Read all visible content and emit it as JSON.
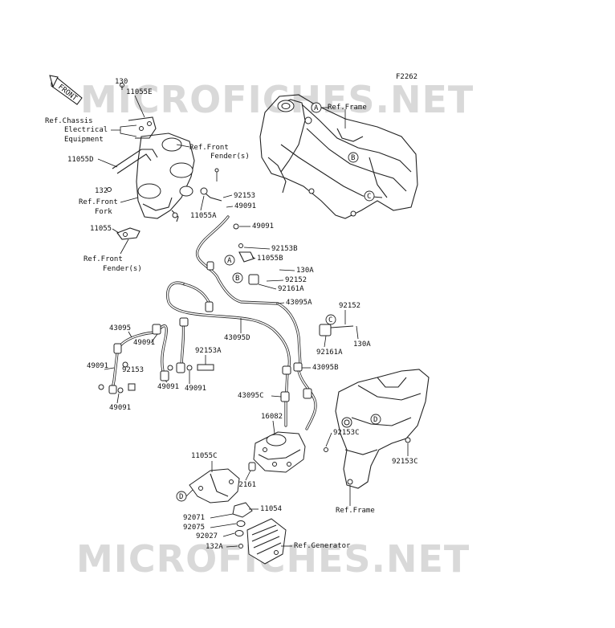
{
  "figure_code": "F2262",
  "front_label": "FRONT",
  "watermark_text": "MICROFICHES.NET",
  "callouts": {
    "a": "A",
    "b": "B",
    "c": "C",
    "d": "D"
  },
  "labels": {
    "l130": "130",
    "l11055E": "11055E",
    "ref_chassis": "Ref.Chassis",
    "electrical": "Electrical",
    "equipment": "Equipment",
    "ref_front_fender_s_top": "Ref.Front",
    "fender_s_top": "Fender(s)",
    "l11055D": "11055D",
    "l132": "132",
    "ref_front_fork": "Ref.Front",
    "fork": "Fork",
    "l11055A": "11055A",
    "l92153_top": "92153",
    "l49091_a": "49091",
    "l49091_b": "49091",
    "l11055": "11055",
    "ref_front_fender_s_bot": "Ref.Front",
    "fender_s_bot": "Fender(s)",
    "ref_frame_top": "Ref.Frame",
    "l92153B": "92153B",
    "l11055B": "11055B",
    "l130A_a": "130A",
    "l92152_a": "92152",
    "l92161A_a": "92161A",
    "l43095A": "43095A",
    "l92152_b": "92152",
    "l92161A_b": "92161A",
    "l130A_b": "130A",
    "l43095": "43095",
    "l49091_c": "49091",
    "l43095D": "43095D",
    "l92153A": "92153A",
    "l49091_d": "49091",
    "l92153_mid": "92153",
    "l43095B": "43095B",
    "l49091_e": "49091",
    "l49091_f": "49091",
    "l49091_g": "49091",
    "l43095C": "43095C",
    "l16082": "16082",
    "l92153C_a": "92153C",
    "l92153C_b": "92153C",
    "l11055C": "11055C",
    "l92161": "92161",
    "l11054": "11054",
    "ref_frame_bot": "Ref.Frame",
    "l92071": "92071",
    "l92075": "92075",
    "l92027": "92027",
    "l132A": "132A",
    "ref_generator": "Ref.Generator"
  }
}
